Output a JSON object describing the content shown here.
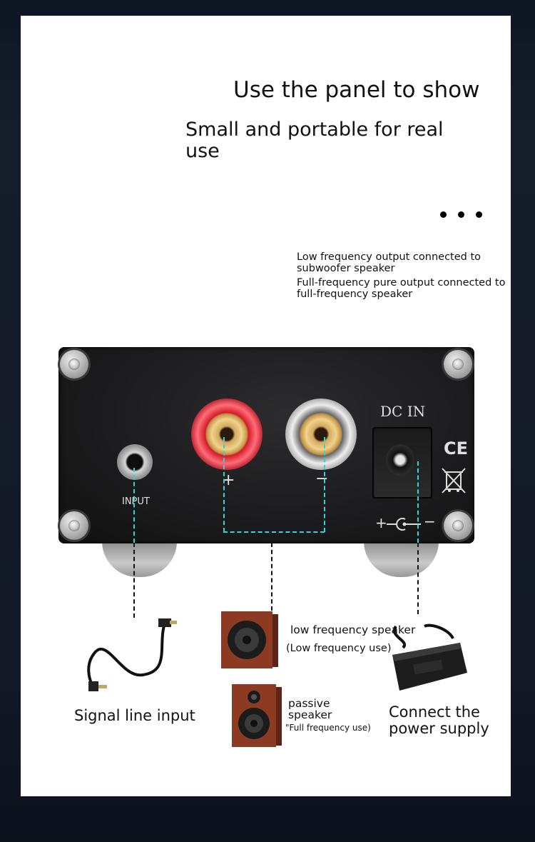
{
  "heading": {
    "title": "Use the panel to show",
    "subtitle": "Small and portable for real use"
  },
  "notes": {
    "line1": "Low frequency output connected to subwoofer speaker",
    "line2": "Full-frequency pure output connected to full-frequency speaker"
  },
  "panel": {
    "input_label": "INPUT",
    "plus_label": "+",
    "minus_label": "−",
    "dc_label": "DC IN",
    "ce_mark": "CE",
    "polarity_label": "+−◎−−",
    "polarity_left": "+",
    "polarity_right": "−"
  },
  "accessories": {
    "signal_line": "Signal line input",
    "low_speaker_title": "low frequency speaker",
    "low_speaker_note": "(Low frequency use)",
    "passive_title": "passive speaker",
    "passive_note": "\"Full frequency use)",
    "power_supply": "Connect the power supply"
  },
  "colors": {
    "accent_dashed": "#2fd6d6",
    "background": "#121826"
  }
}
